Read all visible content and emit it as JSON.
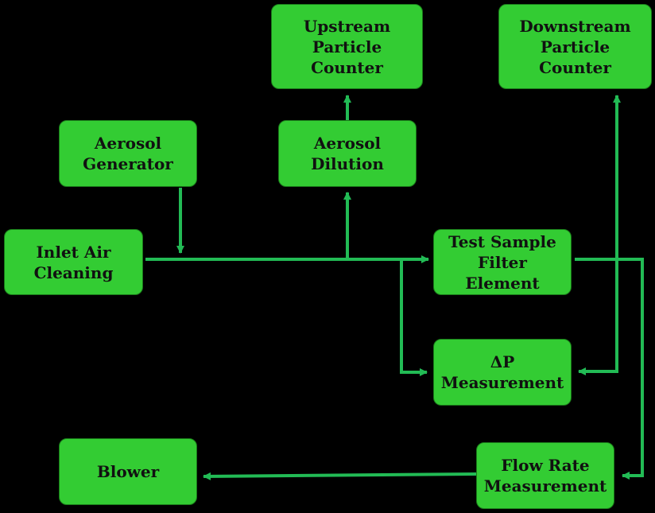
{
  "nodes": {
    "upstream_counter": "Upstream\nParticle\nCounter",
    "downstream_counter": "Downstream\nParticle\nCounter",
    "aerosol_generator": "Aerosol\nGenerator",
    "aerosol_dilution": "Aerosol\nDilution",
    "inlet_air_cleaning": "Inlet Air\nCleaning",
    "test_sample_filter": "Test Sample\nFilter Element",
    "dp_measurement": "ΔP\nMeasurement",
    "blower": "Blower",
    "flow_rate_measurement": "Flow Rate\nMeasurement"
  },
  "edges": [
    {
      "from": "inlet_air_cleaning",
      "to": "test_sample_filter"
    },
    {
      "from": "aerosol_generator",
      "to": "inlet_air_cleaning_line"
    },
    {
      "from": "inlet_air_cleaning_line",
      "to": "aerosol_dilution"
    },
    {
      "from": "aerosol_dilution",
      "to": "upstream_counter"
    },
    {
      "from": "inlet_air_cleaning_line",
      "to": "dp_measurement"
    },
    {
      "from": "test_sample_filter",
      "to": "downstream_counter"
    },
    {
      "from": "downstream_counter_line",
      "to": "dp_measurement"
    },
    {
      "from": "test_sample_filter",
      "to": "flow_rate_measurement"
    },
    {
      "from": "flow_rate_measurement",
      "to": "blower"
    }
  ],
  "colors": {
    "box_fill": "#33cc33",
    "arrow": "#22bb55",
    "background": "#000000"
  }
}
